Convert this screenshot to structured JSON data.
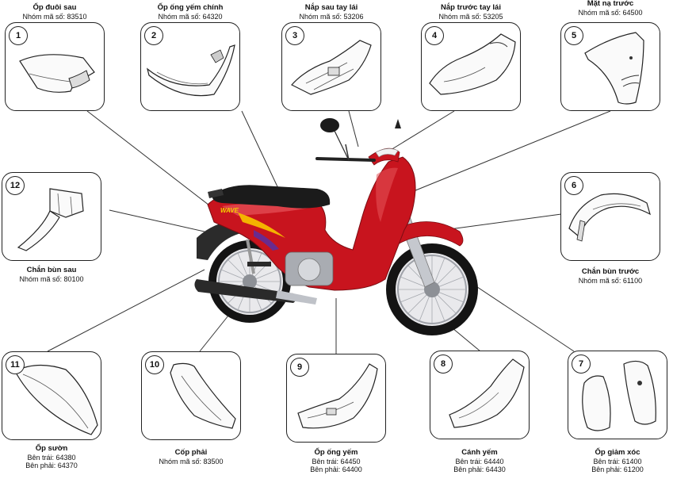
{
  "parts": [
    {
      "num": "1",
      "title": "Ốp đuôi sau",
      "codes": [
        "Nhóm mã số: 83510"
      ]
    },
    {
      "num": "2",
      "title": "Ốp ống yếm chính",
      "codes": [
        "Nhóm mã số: 64320"
      ]
    },
    {
      "num": "3",
      "title": "Nắp sau tay lái",
      "codes": [
        "Nhóm mã số: 53206"
      ]
    },
    {
      "num": "4",
      "title": "Nắp trước tay lái",
      "codes": [
        "Nhóm mã số: 53205"
      ]
    },
    {
      "num": "5",
      "title": "Mặt nạ trước",
      "codes": [
        "Nhóm mã số: 64500"
      ]
    },
    {
      "num": "6",
      "title": "Chắn bùn trước",
      "codes": [
        "Nhóm mã số: 61100"
      ]
    },
    {
      "num": "7",
      "title": "Ốp giảm xóc",
      "codes": [
        "Bên trái: 61400",
        "Bên phải: 61200"
      ]
    },
    {
      "num": "8",
      "title": "Cánh yếm",
      "codes": [
        "Bên trái: 64440",
        "Bên phải: 64430"
      ]
    },
    {
      "num": "9",
      "title": "Ốp ống yếm",
      "codes": [
        "Bên trái: 64450",
        "Bên phải: 64400"
      ]
    },
    {
      "num": "10",
      "title": "Cốp phải",
      "codes": [
        "Nhóm mã số: 83500"
      ]
    },
    {
      "num": "11",
      "title": "Ốp sườn",
      "codes": [
        "Bên trái: 64380",
        "Bên phải: 64370"
      ]
    },
    {
      "num": "12",
      "title": "Chắn bùn sau",
      "codes": [
        "Nhóm mã số: 80100"
      ]
    }
  ],
  "colors": {
    "body_red": "#c8141e",
    "seat": "#1b1b1b",
    "chrome": "#b9bcc2",
    "line": "#333333"
  },
  "image": {
    "name": "red-motorcycle-illustration"
  }
}
